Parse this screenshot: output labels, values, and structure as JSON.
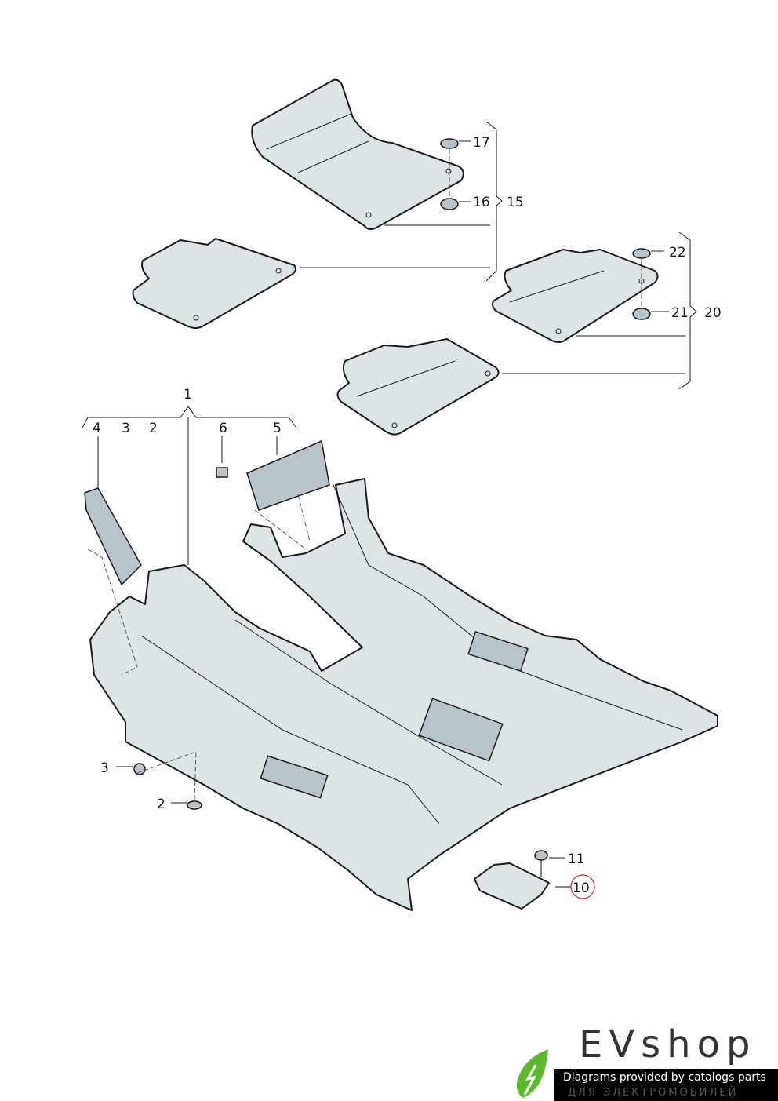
{
  "diagram": {
    "callouts": {
      "c1": "1",
      "c2a": "2",
      "c3a": "3",
      "c4": "4",
      "c5": "5",
      "c6": "6",
      "c3b": "3",
      "c2b": "2",
      "c11": "11",
      "c10": "10",
      "c15": "15",
      "c16": "16",
      "c17": "17",
      "c20": "20",
      "c21": "21",
      "c22": "22"
    },
    "highlighted_callout": "10",
    "colors": {
      "part_fill": "#dde4e8",
      "highlight": "#c0392b",
      "leaf_green": "#5cb82e"
    }
  },
  "watermark": {
    "brand": "EVshop",
    "tagline": "Diagrams provided by catalogs parts",
    "subtitle": "ДЛЯ ЭЛЕКТРОМОБИЛЕЙ"
  }
}
